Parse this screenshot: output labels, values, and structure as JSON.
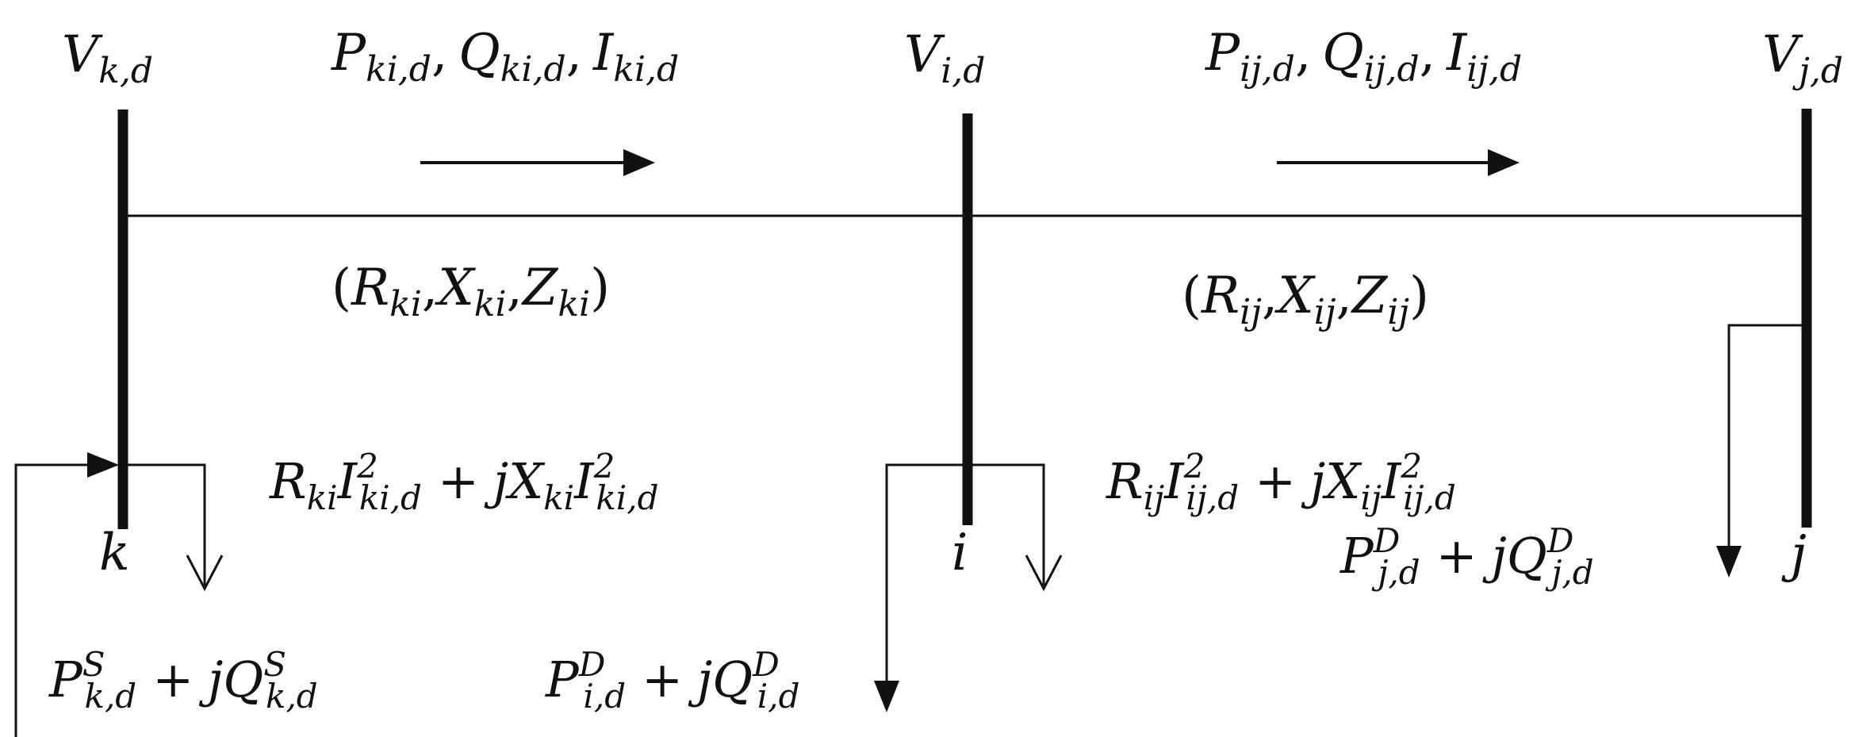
{
  "buses": {
    "k": {
      "voltage": {
        "base": "V",
        "sub": "k,d"
      },
      "label": "k"
    },
    "i": {
      "voltage": {
        "base": "V",
        "sub": "i,d"
      },
      "label": "i"
    },
    "j": {
      "voltage": {
        "base": "V",
        "sub": "j,d"
      },
      "label": "j"
    }
  },
  "flows": {
    "ki": {
      "P": {
        "base": "P",
        "sub": "ki,d"
      },
      "Q": {
        "base": "Q",
        "sub": "ki,d"
      },
      "I": {
        "base": "I",
        "sub": "ki,d"
      }
    },
    "ij": {
      "P": {
        "base": "P",
        "sub": "ij,d"
      },
      "Q": {
        "base": "Q",
        "sub": "ij,d"
      },
      "I": {
        "base": "I",
        "sub": "ij,d"
      }
    }
  },
  "impedances": {
    "ki": {
      "R": {
        "base": "R",
        "sub": "ki"
      },
      "X": {
        "base": "X",
        "sub": "ki"
      },
      "Z": {
        "base": "Z",
        "sub": "ki"
      }
    },
    "ij": {
      "R": {
        "base": "R",
        "sub": "ij"
      },
      "X": {
        "base": "X",
        "sub": "ij"
      },
      "Z": {
        "base": "Z",
        "sub": "ij"
      }
    }
  },
  "losses": {
    "ki": {
      "R": {
        "base": "R",
        "sub": "ki"
      },
      "I1": {
        "base": "I",
        "sup": "2",
        "sub": "ki,d"
      },
      "jX": {
        "pre": "j",
        "base": "X",
        "sub": "ki"
      },
      "I2": {
        "base": "I",
        "sup": "2",
        "sub": "ki,d"
      }
    },
    "ij": {
      "R": {
        "base": "R",
        "sub": "ij"
      },
      "I1": {
        "base": "I",
        "sup": "2",
        "sub": "ij,d"
      },
      "jX": {
        "pre": "j",
        "base": "X",
        "sub": "ij"
      },
      "I2": {
        "base": "I",
        "sup": "2",
        "sub": "ij,d"
      }
    }
  },
  "injections": {
    "supply_k": {
      "P": {
        "base": "P",
        "sup": "S",
        "sub": "k,d"
      },
      "jQ": {
        "pre": "j",
        "base": "Q",
        "sup": "S",
        "sub": "k,d"
      }
    },
    "demand_i": {
      "P": {
        "base": "P",
        "sup": "D",
        "sub": "i,d"
      },
      "jQ": {
        "pre": "j",
        "base": "Q",
        "sup": "D",
        "sub": "i,d"
      }
    },
    "demand_j": {
      "P": {
        "base": "P",
        "sup": "D",
        "sub": "j,d"
      },
      "jQ": {
        "pre": "j",
        "base": "Q",
        "sup": "D",
        "sub": "j,d"
      }
    }
  },
  "symbols": {
    "comma": ",",
    "plus": "+",
    "lparen": "(",
    "rparen": ")"
  },
  "colors": {
    "ink": "#111111",
    "background": "#ffffff"
  }
}
